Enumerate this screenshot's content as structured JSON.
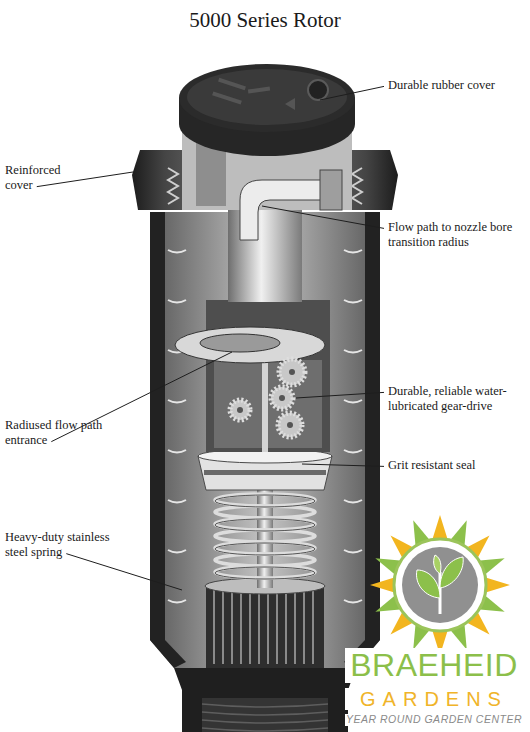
{
  "diagram": {
    "title": "5000 Series Rotor",
    "labels": [
      "Durable rubber cover",
      "Reinforced cover",
      "Flow path to nozzle bore transition radius",
      "Durable, reliable water-lubricated gear-drive",
      "Radiused flow path entrance",
      "Grit resistant seal",
      "Heavy-duty stainless steel spring",
      "BRAEHEID",
      "GARDENS",
      "YEAR ROUND GARDEN CENTER"
    ]
  }
}
